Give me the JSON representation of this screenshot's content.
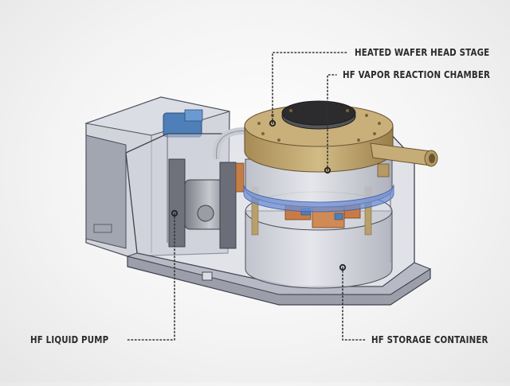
{
  "callouts": [
    {
      "id": "heated-wafer-head-stage",
      "label": "HEATED WAFER HEAD STAGE"
    },
    {
      "id": "hf-vapor-reaction-chamber",
      "label": "HF VAPOR REACTION CHAMBER"
    },
    {
      "id": "hf-liquid-pump",
      "label": "HF LIQUID PUMP"
    },
    {
      "id": "hf-storage-container",
      "label": "HF STORAGE CONTAINER"
    }
  ],
  "colors": {
    "frame-glass": "#c9ccd6",
    "frame-edge": "#4a4d59",
    "brass": "#b59a63",
    "wafer": "#2c2c2e",
    "blue-band": "#6d8fd6",
    "copper": "#c97b46",
    "leader": "#333333"
  }
}
